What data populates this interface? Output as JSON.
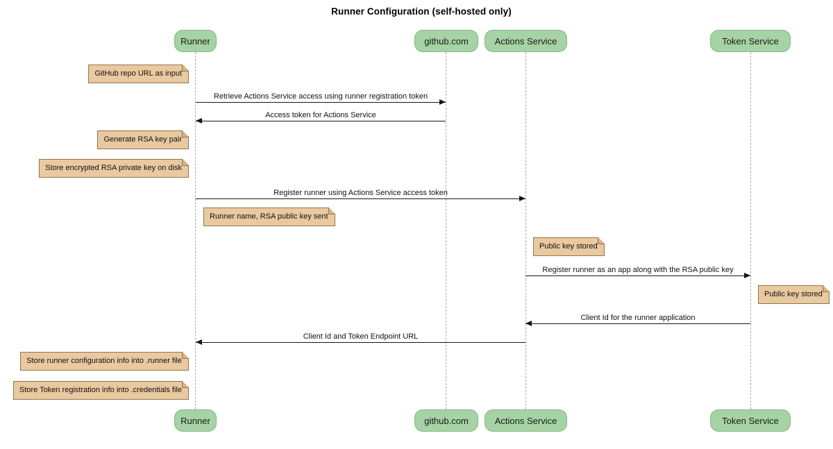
{
  "title": "Runner Configuration (self-hosted only)",
  "colors": {
    "background": "#ffffff",
    "participant_fill": "#a6d3a5",
    "participant_border": "#82b581",
    "note_fill": "#e9c9a0",
    "note_border": "#96734b",
    "arrow": "#161616",
    "lifeline": "#a9a9a9",
    "text": "#101010"
  },
  "participants": [
    {
      "label": "Runner"
    },
    {
      "label": "github.com"
    },
    {
      "label": "Actions Service"
    },
    {
      "label": "Token Service"
    }
  ],
  "messages": [
    {
      "from": "Runner",
      "to": "github.com",
      "direction": "right",
      "label": "Retrieve Actions Service access using runner registration token"
    },
    {
      "from": "github.com",
      "to": "Runner",
      "direction": "left",
      "label": "Access token for Actions Service"
    },
    {
      "from": "Runner",
      "to": "Actions Service",
      "direction": "right",
      "label": "Register runner using Actions Service access token"
    },
    {
      "from": "Actions Service",
      "to": "Token Service",
      "direction": "right",
      "label": "Register runner as an app along with the RSA public key"
    },
    {
      "from": "Token Service",
      "to": "Actions Service",
      "direction": "left",
      "label": "Client Id for the runner application"
    },
    {
      "from": "Actions Service",
      "to": "Runner",
      "direction": "left",
      "label": "Client Id and Token Endpoint URL"
    }
  ],
  "notes": [
    {
      "attached_to": "Runner",
      "side": "left",
      "label": "GitHub repo URL as input"
    },
    {
      "attached_to": "Runner",
      "side": "left",
      "label": "Generate RSA key pair"
    },
    {
      "attached_to": "Runner",
      "side": "left",
      "label": "Store encrypted RSA private key on disk"
    },
    {
      "attached_to": "Runner",
      "side": "right",
      "label": "Runner name, RSA public key sent"
    },
    {
      "attached_to": "Actions Service",
      "side": "right",
      "label": "Public key stored"
    },
    {
      "attached_to": "Token Service",
      "side": "right",
      "label": "Public key stored"
    },
    {
      "attached_to": "Runner",
      "side": "left",
      "label": "Store runner configuration info into .runner file"
    },
    {
      "attached_to": "Runner",
      "side": "left",
      "label": "Store Token registration info into .credentials file"
    }
  ]
}
